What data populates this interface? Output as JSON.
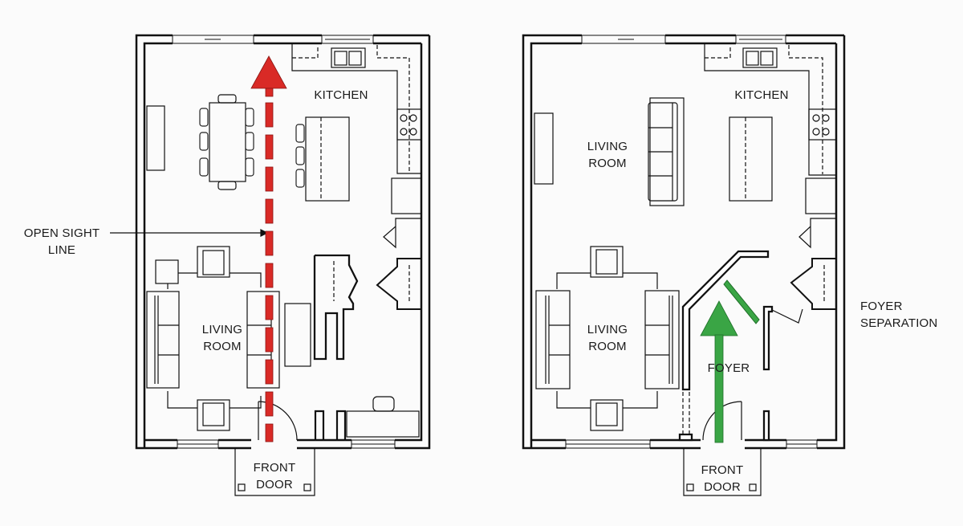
{
  "colors": {
    "wall": "#111111",
    "line": "#222222",
    "background": "#fbfbfb",
    "sight_arrow": "#d92a26",
    "foyer_arrow": "#3aa545"
  },
  "left_plan": {
    "title": "before-open-sight-line",
    "rooms": {
      "kitchen": "KITCHEN",
      "living_line1": "LIVING",
      "living_line2": "ROOM",
      "front_line1": "FRONT",
      "front_line2": "DOOR"
    },
    "callout": {
      "line1": "OPEN SIGHT",
      "line2": "LINE"
    },
    "arrow": {
      "color": "red",
      "style": "dashed",
      "direction": "up"
    }
  },
  "right_plan": {
    "title": "after-foyer-separation",
    "rooms": {
      "kitchen": "KITCHEN",
      "living_line1": "LIVING",
      "living_line2": "ROOM",
      "foyer": "FOYER",
      "front_line1": "FRONT",
      "front_line2": "DOOR"
    },
    "callout": {
      "line1": "FOYER",
      "line2": "SEPARATION"
    },
    "arrow": {
      "color": "green",
      "style": "solid",
      "direction": "up"
    }
  }
}
